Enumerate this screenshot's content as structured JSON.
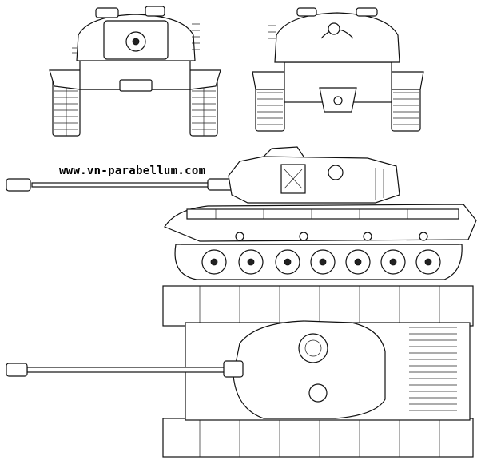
{
  "watermark": {
    "text": "www.vn-parabellum.com"
  },
  "drawing": {
    "views": [
      "front-view",
      "rear-view",
      "side-view",
      "top-view"
    ],
    "style": "black line art on white"
  }
}
